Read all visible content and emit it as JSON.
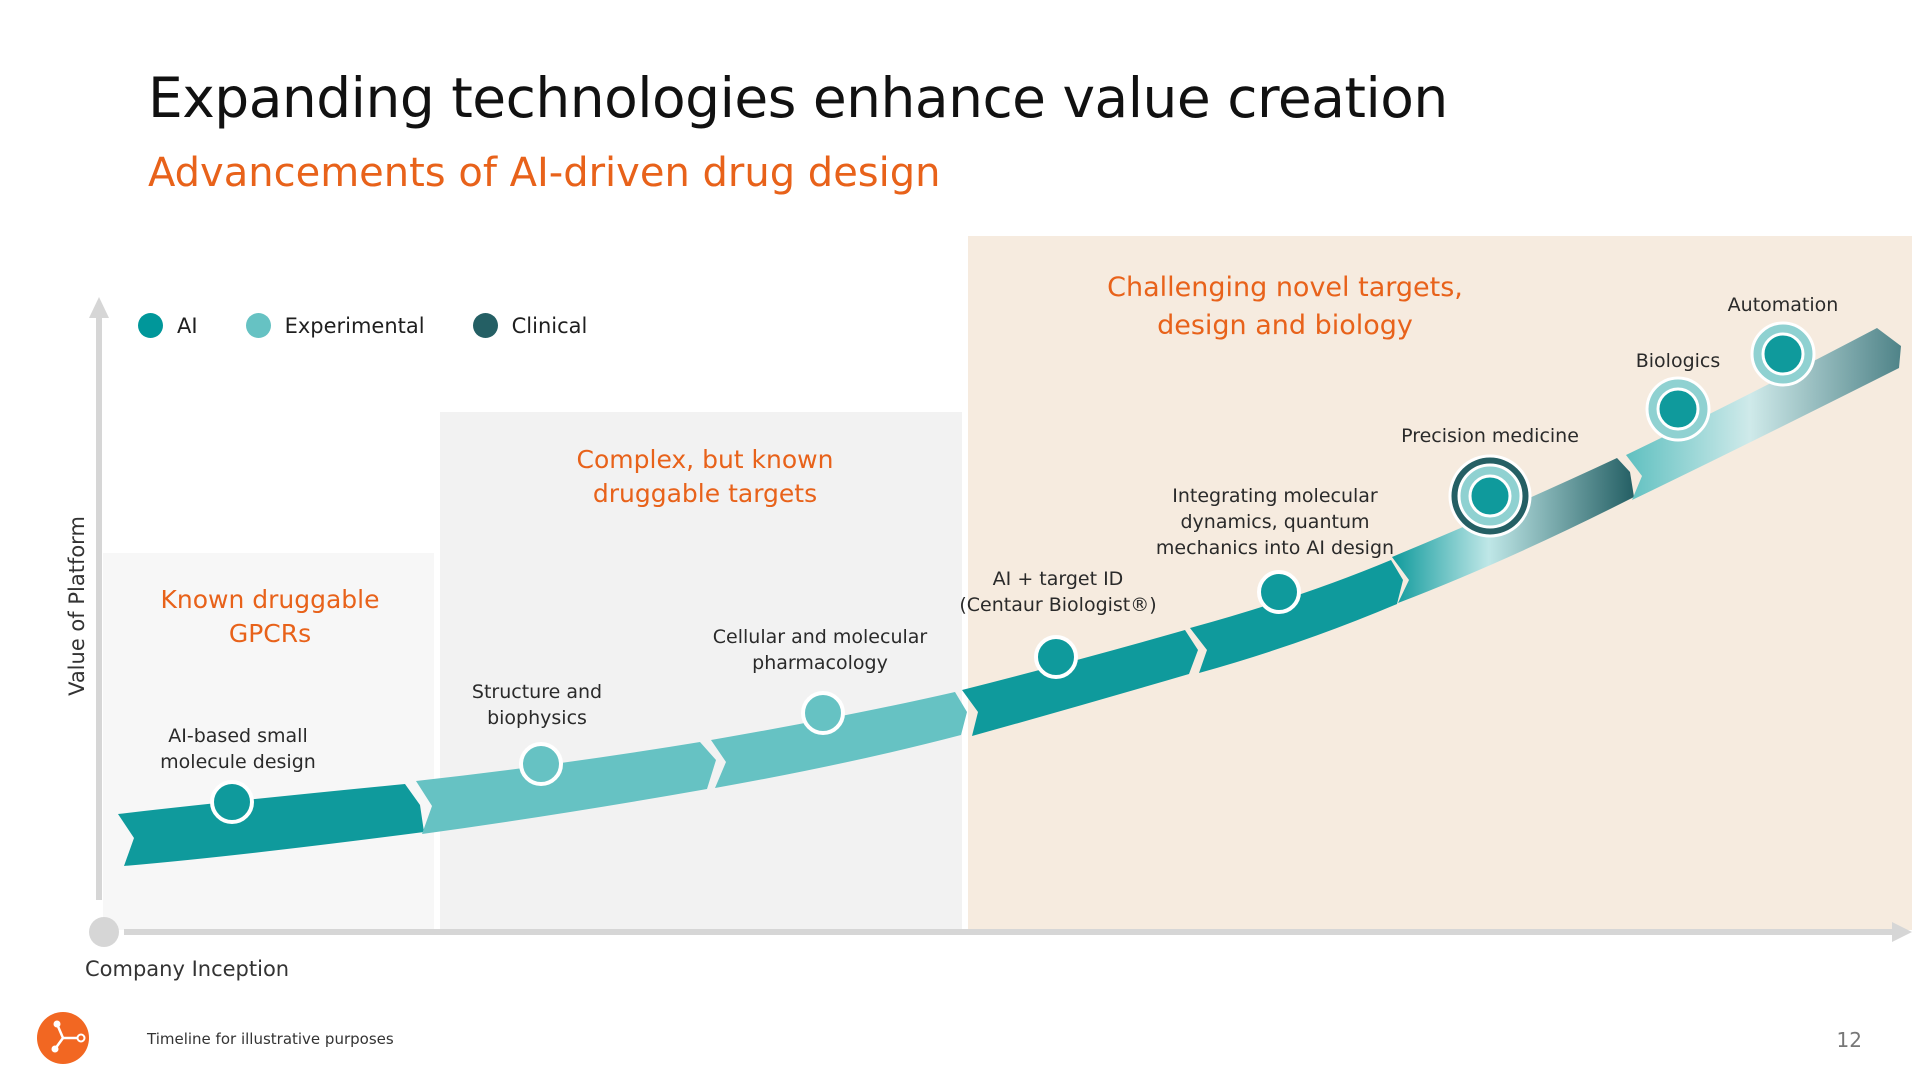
{
  "title": "Expanding technologies enhance value creation",
  "subtitle": "Advancements of AI-driven drug design",
  "legend": [
    {
      "label": "AI",
      "color": "#00979a"
    },
    {
      "label": "Experimental",
      "color": "#66c2c3"
    },
    {
      "label": "Clinical",
      "color": "#245f64"
    }
  ],
  "stages": {
    "stage1": "Known druggable GPCRs",
    "stage2": "Complex, but known druggable targets",
    "stage3": "Challenging novel targets, design and biology"
  },
  "milestones": {
    "m1": "AI-based small molecule design",
    "m2": "Structure and biophysics",
    "m3": "Cellular and molecular pharmacology",
    "m4": "AI + target ID (Centaur Biologist®)",
    "m5": "Integrating molecular dynamics, quantum mechanics into AI design",
    "m6": "Precision medicine",
    "m7": "Biologics",
    "m8": "Automation"
  },
  "axes": {
    "y_label": "Value of Platform",
    "x_label": "Company Inception"
  },
  "footnote": "Timeline for illustrative purposes",
  "page_number": "12",
  "colors": {
    "accent_orange": "#e8621a",
    "ai_teal": "#00979a",
    "experimental_teal": "#66c2c3",
    "clinical_dark": "#245f64"
  }
}
